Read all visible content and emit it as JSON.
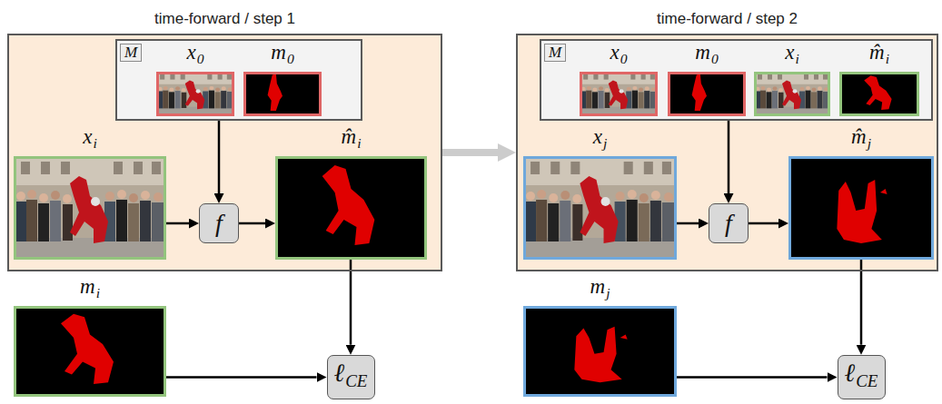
{
  "diagram": {
    "nodes": [
      {
        "text": [
          "time-forward / step 1"
        ]
      },
      {
        "text": [
          "M"
        ],
        "in": 0
      },
      {
        "text": [
          "x0"
        ],
        "in": 1
      },
      {
        "text": [
          "m0"
        ],
        "in": 1
      },
      {
        "text": [
          "xi"
        ],
        "in": 0
      },
      {
        "text": [
          "f"
        ],
        "in": 0
      },
      {
        "text": [
          "m̂i"
        ],
        "in": 0
      },
      {
        "text": [
          "mi"
        ]
      },
      {
        "text": [
          "ℓCE"
        ]
      },
      {
        "text": [
          "time-forward / step 2"
        ]
      },
      {
        "text": [
          "M"
        ],
        "in": 9
      },
      {
        "text": [
          "x0"
        ],
        "in": 10
      },
      {
        "text": [
          "m0"
        ],
        "in": 10
      },
      {
        "text": [
          "xi"
        ],
        "in": 10
      },
      {
        "text": [
          "m̂i"
        ],
        "in": 10
      },
      {
        "text": [
          "xj"
        ],
        "in": 9
      },
      {
        "text": [
          "f"
        ],
        "in": 9
      },
      {
        "text": [
          "m̂j"
        ],
        "in": 9
      },
      {
        "text": [
          "mj"
        ]
      },
      {
        "text": [
          "ℓCE"
        ]
      }
    ],
    "edges": [
      {
        "from": 1,
        "to": 5,
        "arrow": "to"
      },
      {
        "from": 4,
        "to": 5,
        "arrow": "to"
      },
      {
        "from": 5,
        "to": 6,
        "arrow": "to"
      },
      {
        "from": 6,
        "to": 8,
        "arrow": "to"
      },
      {
        "from": 7,
        "to": 8,
        "arrow": "to"
      },
      {
        "from": 0,
        "to": 9,
        "arrow": "to"
      },
      {
        "from": 10,
        "to": 16,
        "arrow": "to"
      },
      {
        "from": 15,
        "to": 16,
        "arrow": "to"
      },
      {
        "from": 16,
        "to": 17,
        "arrow": "to"
      },
      {
        "from": 17,
        "to": 19,
        "arrow": "to"
      },
      {
        "from": 18,
        "to": 19,
        "arrow": "to"
      }
    ]
  }
}
